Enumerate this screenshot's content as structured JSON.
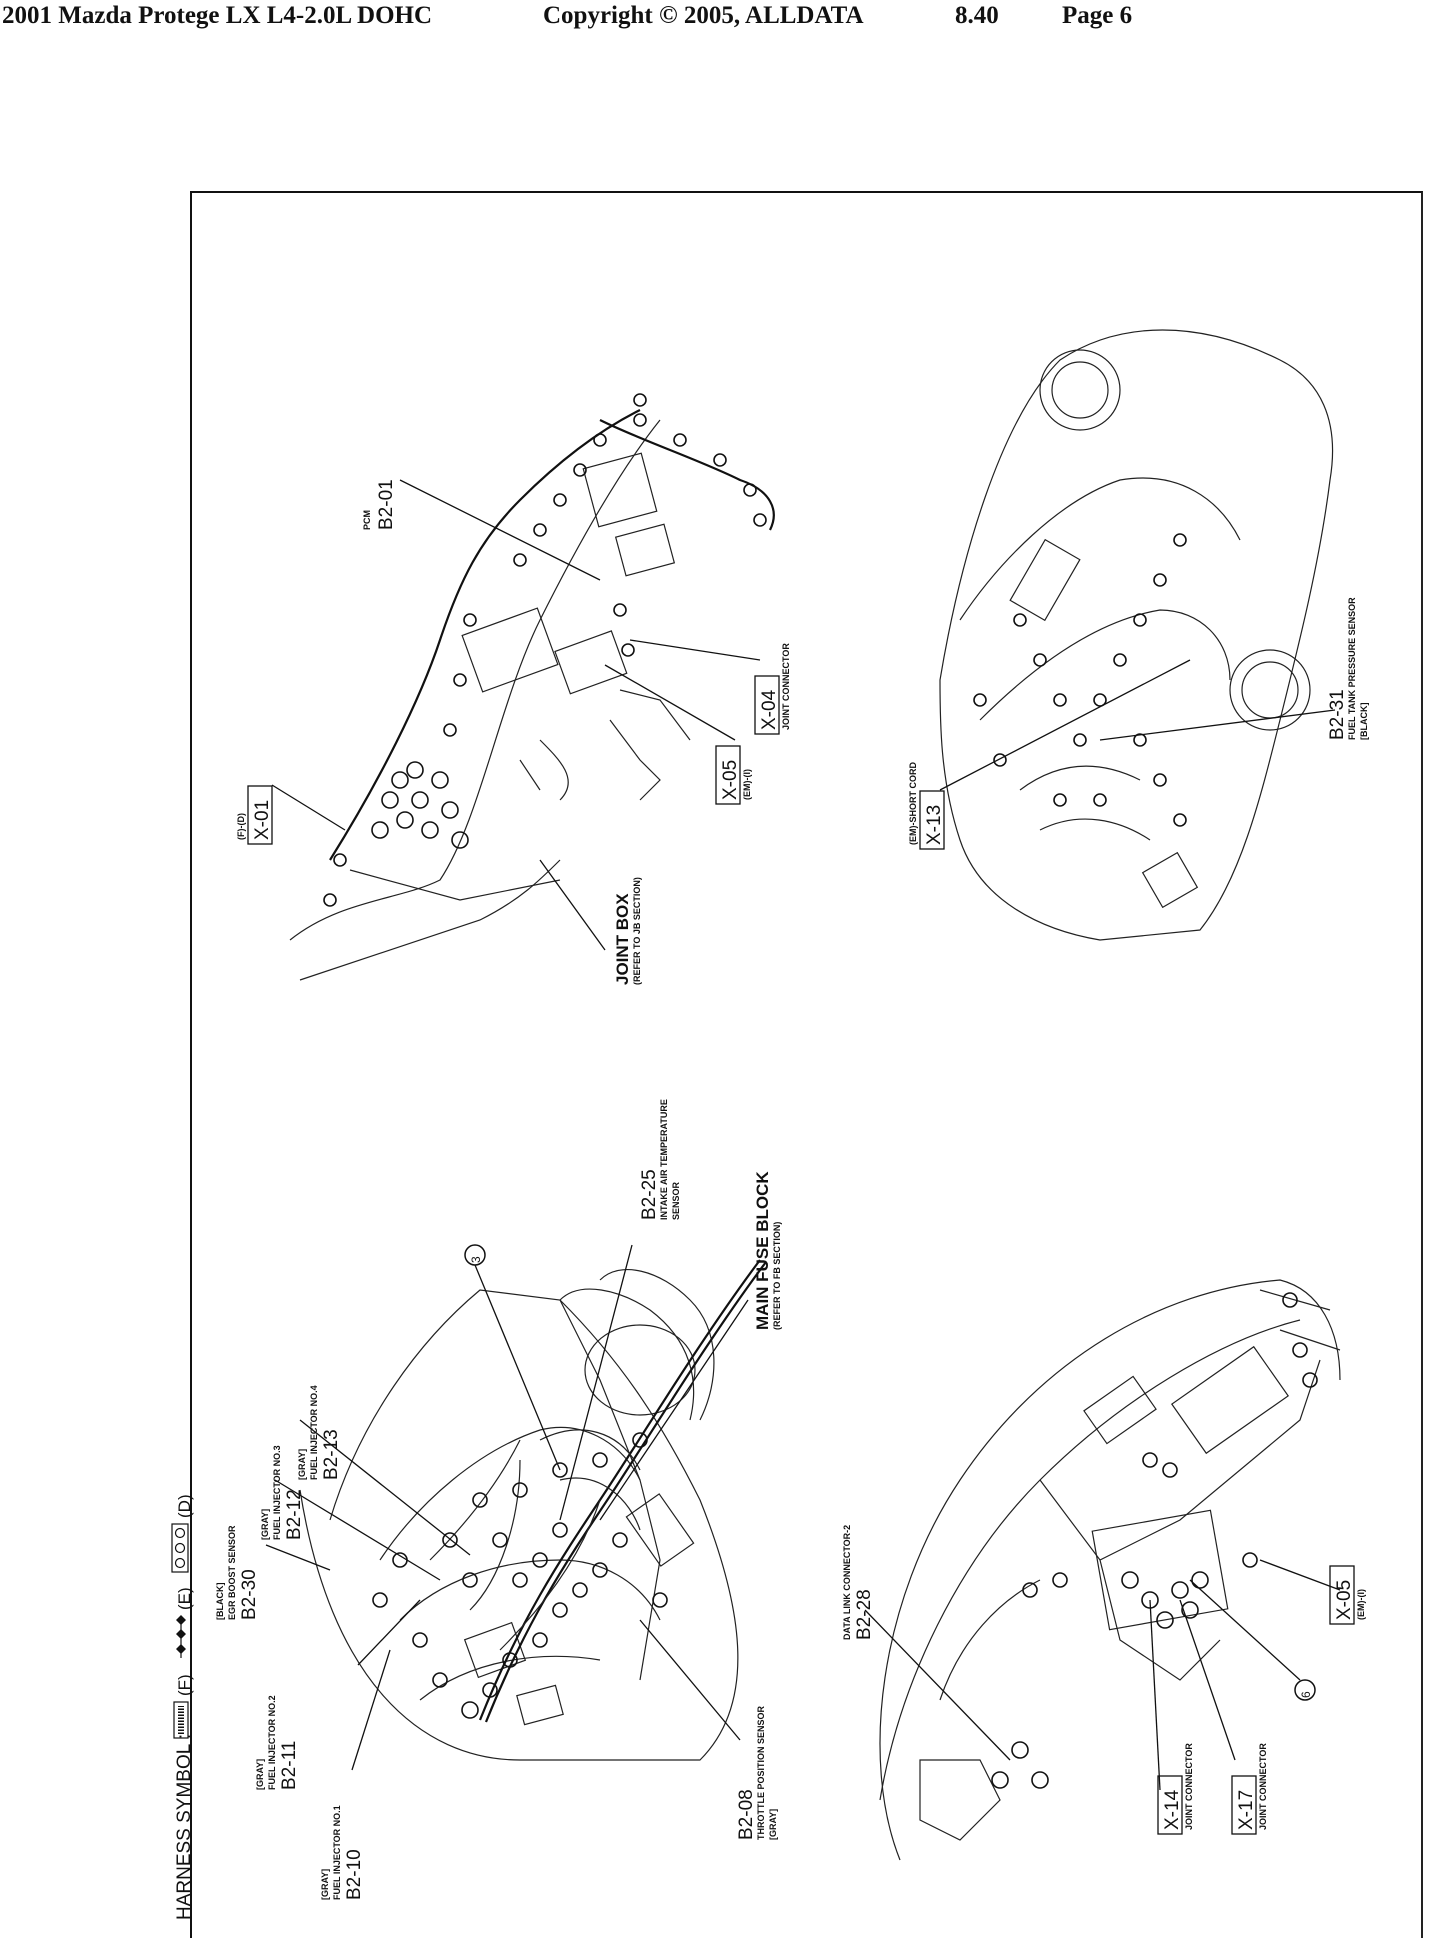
{
  "header": {
    "vehicle": "2001 Mazda Protege LX L4-2.0L DOHC",
    "copyright": "Copyright © 2005, ALLDATA",
    "version": "8.40",
    "page": "Page 6"
  },
  "legend": {
    "title": "HARNESS SYMBOL :",
    "f": "(F)",
    "e": "(E)",
    "d": "(D)"
  },
  "engine_labels": {
    "b2_10_code": "B2-10",
    "b2_10_desc": "FUEL INJECTOR NO.1",
    "b2_10_color": "[GRAY]",
    "b2_11_code": "B2-11",
    "b2_11_desc": "FUEL INJECTOR NO.2",
    "b2_11_color": "[GRAY]",
    "b2_30_code": "B2-30",
    "b2_30_desc": "EGR BOOST SENSOR",
    "b2_30_color": "[BLACK]",
    "b2_12_code": "B2-12",
    "b2_12_desc": "FUEL INJECTOR NO.3",
    "b2_12_color": "[GRAY]",
    "b2_13_code": "B2-13",
    "b2_13_desc": "FUEL INJECTOR NO.4",
    "b2_13_color": "[GRAY]",
    "b2_08_code": "B2-08",
    "b2_08_desc": "THROTTLE POSITION SENSOR",
    "b2_08_color": "[GRAY]",
    "b2_25_code": "B2-25",
    "b2_25_desc1": "INTAKE AIR TEMPERATURE",
    "b2_25_desc2": "SENSOR",
    "main_fuse": "MAIN FUSE BLOCK",
    "main_fuse_ref": "(REFER TO FB SECTION)",
    "callout_3": "3"
  },
  "dash_labels": {
    "b2_28_code": "B2-28",
    "b2_28_desc": "DATA LINK CONNECTOR-2",
    "x14_code": "X-14",
    "x14_desc": "JOINT CONNECTOR",
    "x17_code": "X-17",
    "x17_desc": "JOINT CONNECTOR",
    "x05_code": "X-05",
    "x05_desc": "(EM)-(I)",
    "callout_6": "6"
  },
  "instrument_labels": {
    "x01_code": "X-01",
    "x01_desc": "(F)-(D)",
    "pcm_code": "B2-01",
    "pcm_desc": "PCM",
    "x04_code": "X-04",
    "x04_desc": "JOINT CONNECTOR",
    "x05_code": "X-05",
    "x05_desc": "(EM)-(I)",
    "joint_box": "JOINT BOX",
    "joint_box_ref": "(REFER TO JB SECTION)"
  },
  "rear_labels": {
    "x13_code": "X-13",
    "x13_desc": "(EM)-SHORT CORD",
    "b2_31_code": "B2-31",
    "b2_31_desc": "FUEL TANK PRESSURE SENSOR",
    "b2_31_color": "[BLACK]"
  }
}
